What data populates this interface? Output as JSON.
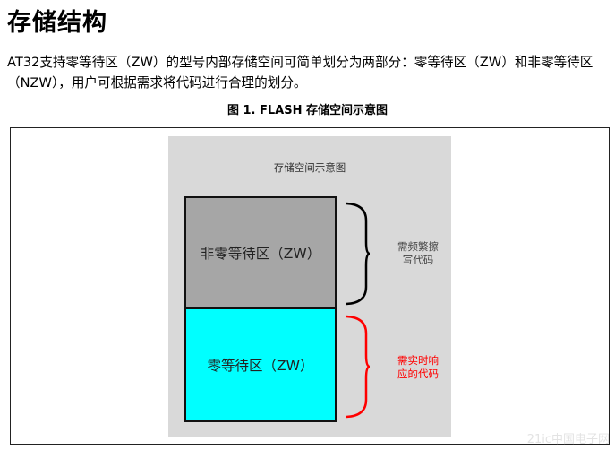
{
  "heading": "存储结构",
  "paragraph": "AT32支持零等待区（ZW）的型号内部存储空间可简单划分为两部分：零等待区（ZW）和非零等待区（NZW），用户可根据需求将代码进行合理的划分。",
  "figure": {
    "caption": "图 1. FLASH 存储空间示意图",
    "diagram_title": "存储空间示意图",
    "blocks": [
      {
        "label": "非零等待区（ZW）",
        "color": "#a6a6a6"
      },
      {
        "label": "零等待区（ZW）",
        "color": "#00ffff"
      }
    ],
    "annotations": [
      {
        "line1": "需频繁擦",
        "line2": "写代码",
        "color": "#000000"
      },
      {
        "line1": "需实时响",
        "line2": "应的代码",
        "color": "#ff0000"
      }
    ]
  },
  "watermark": "21ic中国电子网"
}
